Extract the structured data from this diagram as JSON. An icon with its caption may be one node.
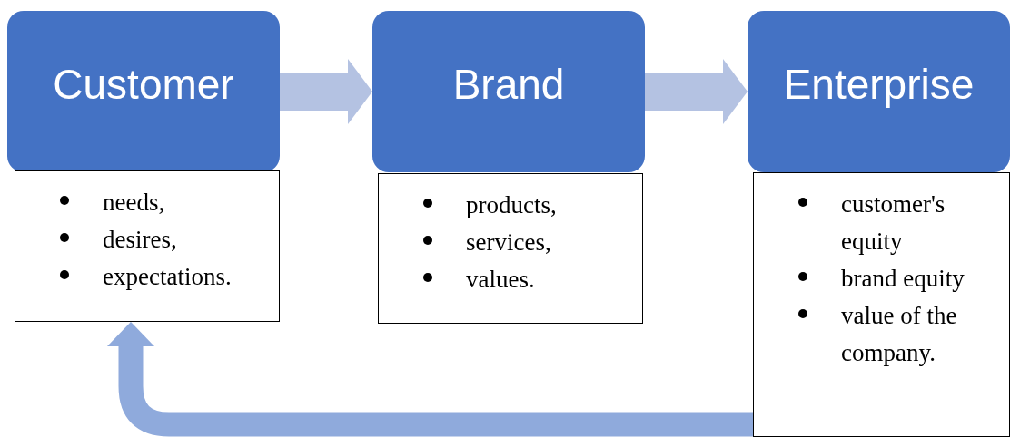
{
  "diagram": {
    "nodes": [
      {
        "text": [
          "Customer"
        ]
      },
      {
        "text": [
          "needs,",
          "desires,",
          "expectations."
        ]
      },
      {
        "text": [
          "Brand"
        ]
      },
      {
        "text": [
          "products,",
          "services,",
          "values."
        ]
      },
      {
        "text": [
          "Enterprise"
        ]
      },
      {
        "text": [
          "customer's equity",
          "brand equity",
          "value of the company."
        ]
      }
    ],
    "edges": [
      {
        "from": 0,
        "to": 2,
        "arrow": "to"
      },
      {
        "from": 2,
        "to": 4,
        "arrow": "to"
      },
      {
        "from": 5,
        "to": 1,
        "arrow": "to",
        "color": "#8faadc"
      }
    ]
  }
}
